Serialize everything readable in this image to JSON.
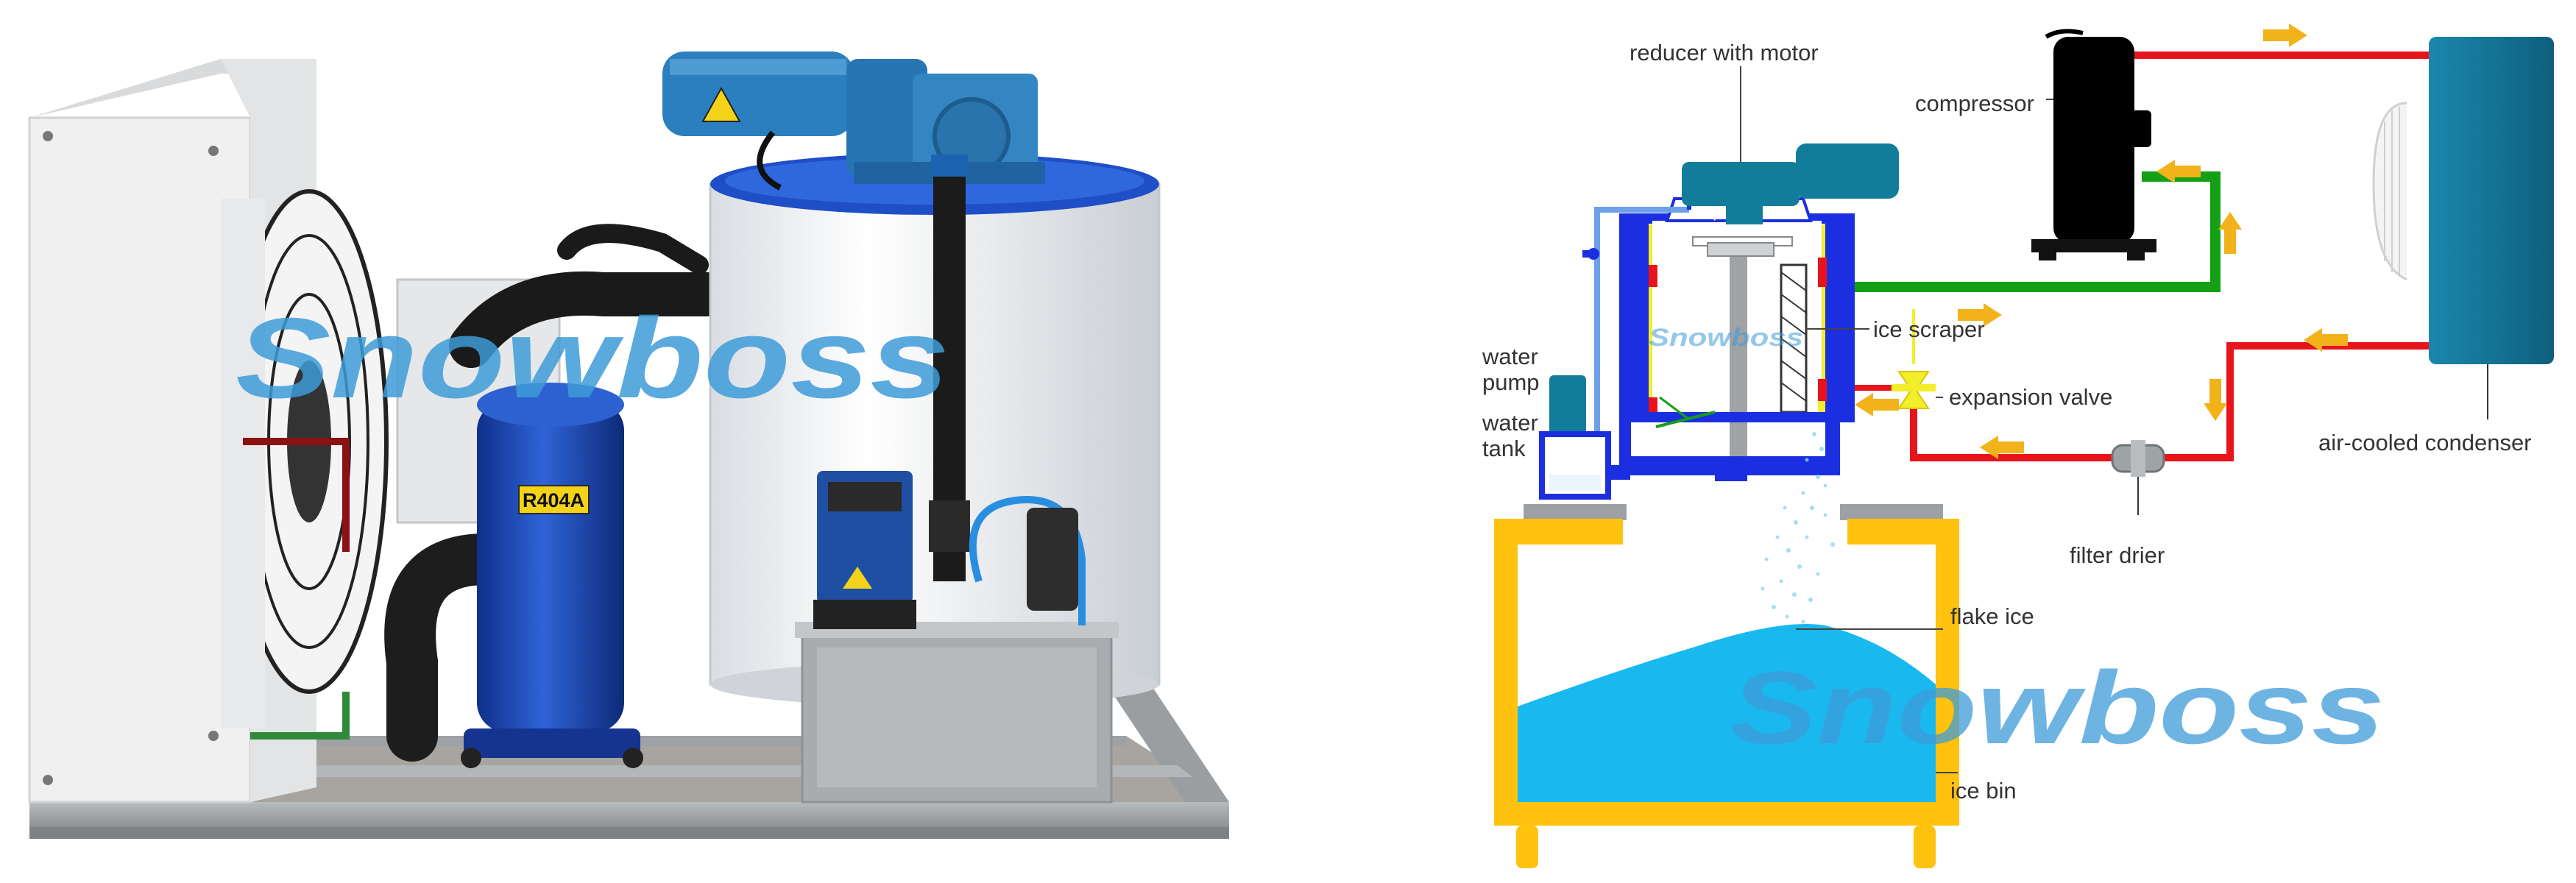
{
  "watermark": "Snowboss",
  "photo": {
    "refrigerant_tag": "R404A"
  },
  "labels": {
    "reducer_with_motor": "reducer with motor",
    "compressor": "compressor",
    "ice_scraper": "ice scraper",
    "water_pump_line1": "water",
    "water_pump_line2": "pump",
    "water_tank_line1": "water",
    "water_tank_line2": "tank",
    "expansion_valve": "expansion valve",
    "air_cooled_condenser": "air-cooled condenser",
    "filter_drier": "filter drier",
    "flake_ice": "flake ice",
    "ice_bin": "ice bin"
  },
  "colors": {
    "high_pressure_line": "#e8141c",
    "suction_line": "#14a014",
    "flow_arrow": "#f2b21a",
    "evaporator_frame": "#1b2ee0",
    "evaporator_insulation": "#f3ee2a",
    "ice_bin_frame": "#ffc20e",
    "ice": "#19b9ef",
    "condenser": "#157a9e",
    "motor": "#127d9b",
    "compressor_body": "#000000",
    "watermark": "#3d9bd8"
  }
}
